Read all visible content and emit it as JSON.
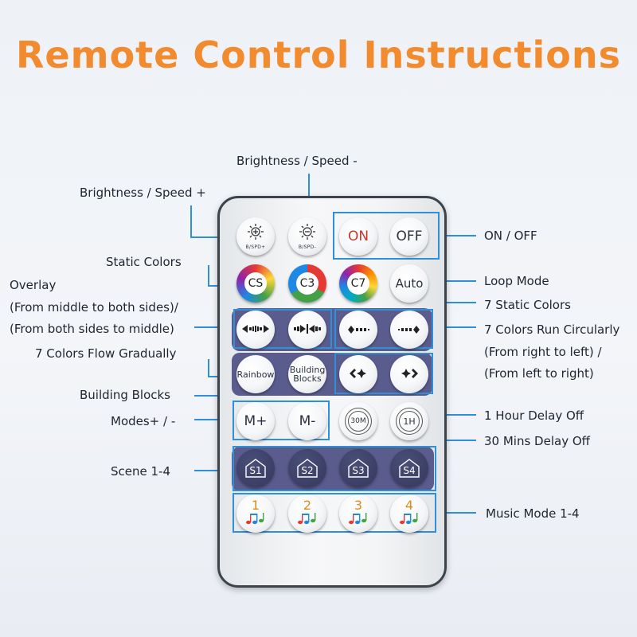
{
  "title": "Remote Control Instructions",
  "labels": {
    "brightness_minus": "Brightness / Speed -",
    "brightness_plus": "Brightness / Speed +",
    "on_off": "ON / OFF",
    "static_colors": "Static Colors",
    "loop_mode": "Loop Mode",
    "overlay_1": "Overlay",
    "overlay_2": "(From middle to both sides)/",
    "overlay_3": "(From both sides to middle)",
    "seven_static": "7 Static Colors",
    "run_circ_1": "7 Colors Run Circularly",
    "run_circ_2": "(From right to left) /",
    "run_circ_3": "(From left to right)",
    "flow_gradually": "7 Colors Flow Gradually",
    "building_blocks": "Building Blocks",
    "modes": "Modes+ / -",
    "hour_delay": "1 Hour Delay Off",
    "mins_delay": "30 Mins Delay Off",
    "scene": "Scene 1-4",
    "music": "Music Mode 1-4"
  },
  "buttons": {
    "bspd_plus_caption": "B/SPD+",
    "bspd_minus_caption": "B/SPD-",
    "on": "ON",
    "off": "OFF",
    "cs": "CS",
    "c3": "C3",
    "c7": "C7",
    "auto": "Auto",
    "rainbow": "Rainbow",
    "building_1": "Building",
    "building_2": "Blocks",
    "m_plus": "M+",
    "m_minus": "M-",
    "t30": "30M",
    "t1h": "1H",
    "s1": "S1",
    "s2": "S2",
    "s3": "S3",
    "s4": "S4",
    "n1": "1",
    "n2": "2",
    "n3": "3",
    "n4": "4"
  },
  "colors": {
    "title": "#f28a2e",
    "line_blue": "#2f8fd9",
    "panel": "#5b5c8e",
    "dark_button": "#3b3f66",
    "on_off_text": "#c0392b",
    "music_number": "#e08a1e"
  }
}
